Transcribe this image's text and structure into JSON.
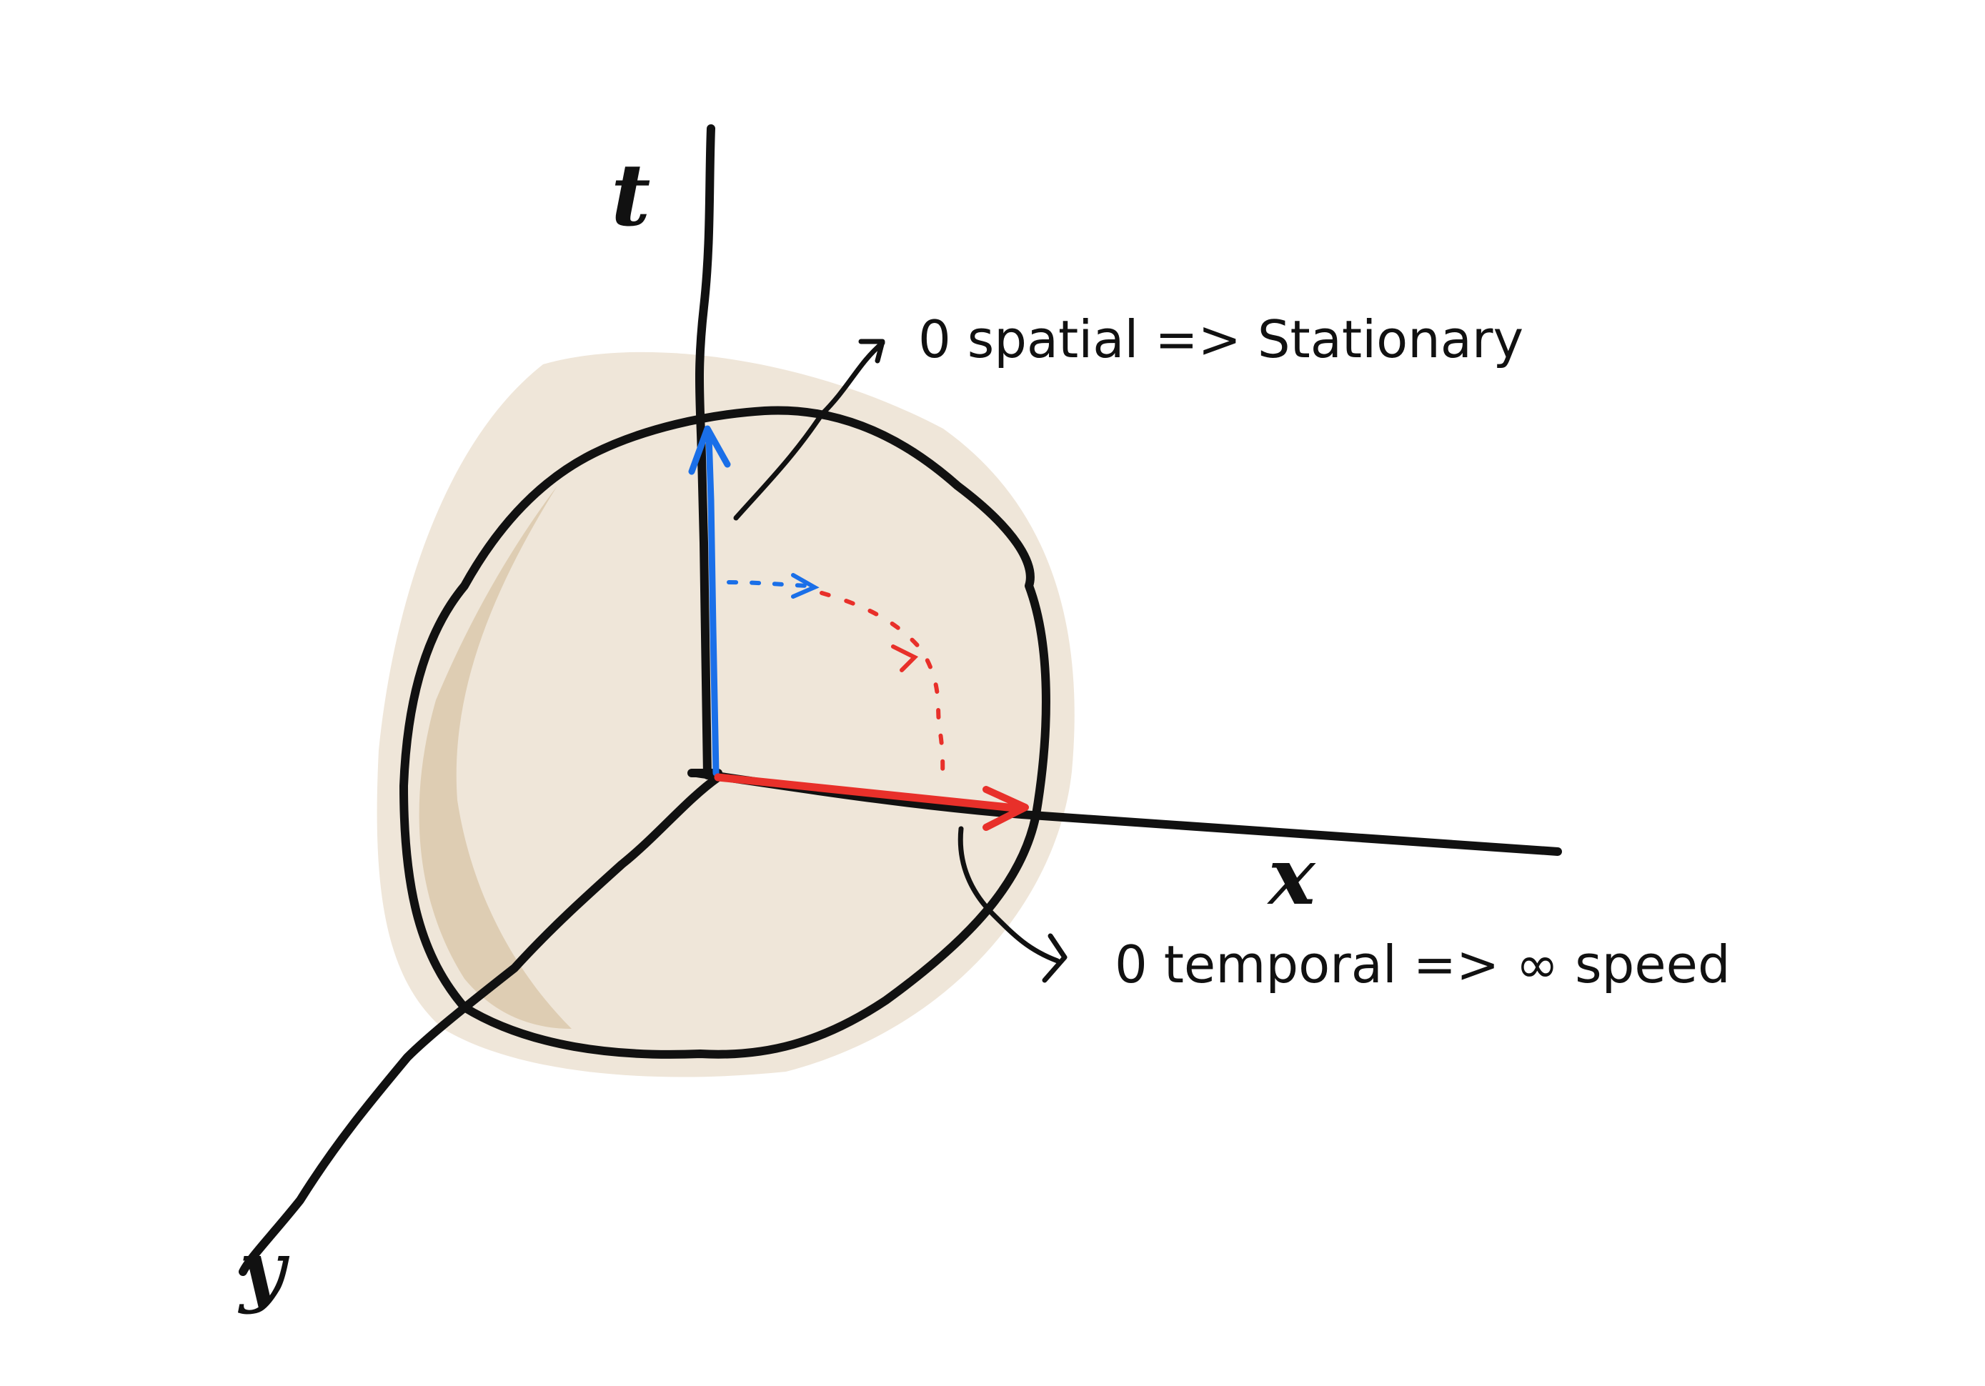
{
  "axes": {
    "t_label": "t",
    "x_label": "x",
    "y_label": "y"
  },
  "annotations": {
    "spatial": "0 spatial => Stationary",
    "temporal": "0 temporal => ∞ speed"
  },
  "colors": {
    "sphere_fill": "#efe6d9",
    "sphere_shade": "#d8c4a6",
    "ink": "#111111",
    "time_vector": "#1a6fe8",
    "space_vector": "#e8302a"
  }
}
